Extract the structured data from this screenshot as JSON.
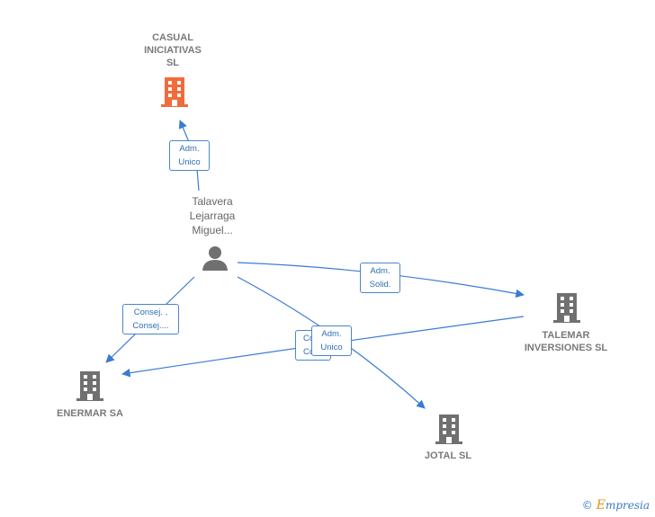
{
  "nodes": {
    "casual": {
      "label": "CASUAL\nINICIATIVAS\nSL",
      "color": "#f26b3a",
      "icon": "building-icon"
    },
    "talavera": {
      "label": "Talavera\nLejarraga\nMiguel...",
      "color": "#707070",
      "icon": "person-icon"
    },
    "talemar": {
      "label": "TALEMAR\nINVERSIONES SL",
      "color": "#707070",
      "icon": "building-icon"
    },
    "enermar": {
      "label": "ENERMAR SA",
      "color": "#707070",
      "icon": "building-icon"
    },
    "jotal": {
      "label": "JOTAL SL",
      "color": "#707070",
      "icon": "building-icon"
    }
  },
  "edges": {
    "adm_unico_casual": "Adm.\nUnico",
    "adm_solid_talemar": "Adm.\nSolid.",
    "consej_enermar": "Consej. ,\nConsej....",
    "consej_talemar_back": "Co\nCo",
    "adm_unico_jotal": "Adm.\nUnico"
  },
  "colors": {
    "edge": "#3a7bd5",
    "badge_border": "#4a86c8",
    "badge_text": "#2f6fb5"
  },
  "brand": {
    "copyright": "©",
    "name_first": "E",
    "name_rest": "mpresia"
  }
}
